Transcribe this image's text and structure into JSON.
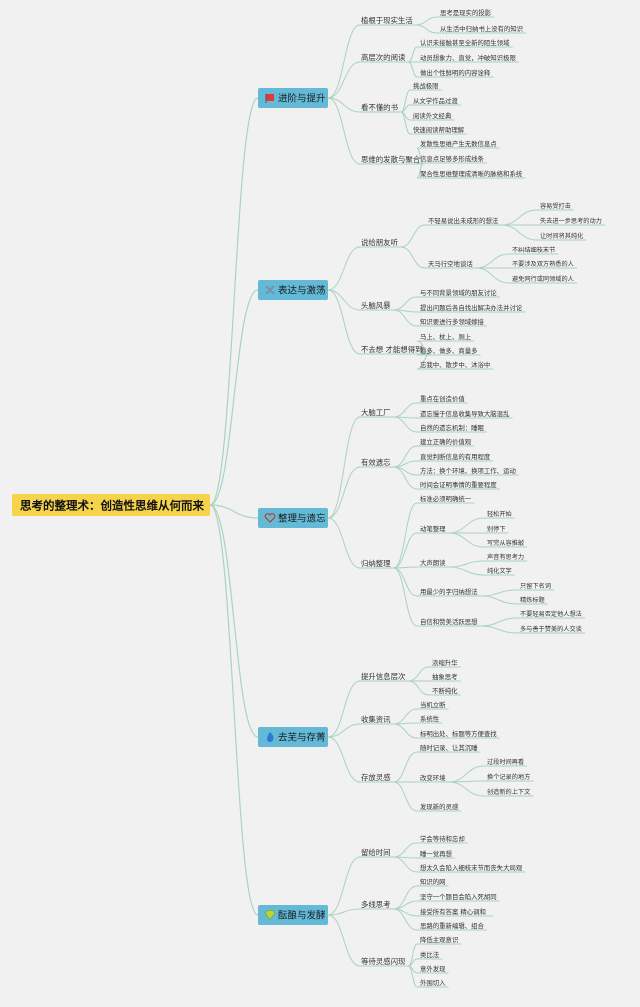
{
  "colors": {
    "background": "#f1f1f1",
    "root": "#f5d34a",
    "branch": "#63b9d6",
    "line": "#a9d4bd"
  },
  "root": "思考的整理术：创造性思维从何而来",
  "branches": [
    {
      "label": "进阶与提升",
      "icon": "red-flag-icon",
      "icon_color": "#e53935",
      "children": [
        {
          "label": "植根于现实生活",
          "children": [
            {
              "label": "思考是现实的投影"
            },
            {
              "label": "从生活中归纳书上没有的知识"
            }
          ]
        },
        {
          "label": "高层次的阅读",
          "children": [
            {
              "label": "认识未接触甚至全新的陌生领域"
            },
            {
              "label": "动员想象力、直觉，冲破知识极限"
            },
            {
              "label": "做出个性鲜明的内容诠释"
            }
          ]
        },
        {
          "label": "看不懂的书",
          "children": [
            {
              "label": "挑战极限"
            },
            {
              "label": "从文学作品过渡"
            },
            {
              "label": "阅读外文经典"
            },
            {
              "label": "快速阅读帮助理解"
            }
          ]
        },
        {
          "label": "思维的发散与聚合",
          "children": [
            {
              "label": "发散性思维产生无数信息点"
            },
            {
              "label": "信息点足够多形成线条"
            },
            {
              "label": "聚合性思维整理成清晰的脉络和系统"
            }
          ]
        }
      ]
    },
    {
      "label": "表达与激荡",
      "icon": "crossed-tools-icon",
      "icon_color": "#7a8fa6",
      "children": [
        {
          "label": "说给朋友听",
          "children": [
            {
              "label": "不轻易说出未成形的想法",
              "children": [
                {
                  "label": "容易受打击"
                },
                {
                  "label": "失去进一步思考的动力"
                },
                {
                  "label": "让时间将其纯化"
                }
              ]
            },
            {
              "label": "天马行空地谈话",
              "children": [
                {
                  "label": "不纠结细枝末节"
                },
                {
                  "label": "不要涉及双方熟悉的人"
                },
                {
                  "label": "避免同行或同领域的人"
                }
              ]
            }
          ]
        },
        {
          "label": "头脑风暴",
          "children": [
            {
              "label": "与不同背景领域的朋友讨论"
            },
            {
              "label": "提出问题后各自找出解决办法并讨论"
            },
            {
              "label": "知识要进行多领域嫁接"
            }
          ]
        },
        {
          "label": "不去想 才能想得到",
          "children": [
            {
              "label": "马上、枕上、厕上"
            },
            {
              "label": "看多、做多、商量多"
            },
            {
              "label": "忘我中、散步中、沐浴中"
            }
          ]
        }
      ]
    },
    {
      "label": "整理与遗忘",
      "icon": "heart-icon",
      "icon_color": "#c0392b",
      "children": [
        {
          "label": "大脑工厂",
          "children": [
            {
              "label": "重点在创造价值"
            },
            {
              "label": "遗忘慢于信息收集导致大脑混乱"
            },
            {
              "label": "自然的遗忘机制：睡眠"
            }
          ]
        },
        {
          "label": "有效遗忘",
          "children": [
            {
              "label": "建立正确的价值观"
            },
            {
              "label": "直觉判断信息的有用程度"
            },
            {
              "label": "方法：换个环境、换项工作、运动"
            },
            {
              "label": "时间会证明事情的重要程度"
            }
          ]
        },
        {
          "label": "归纳整理",
          "children": [
            {
              "label": "标准必须明确统一"
            },
            {
              "label": "动笔整理",
              "children": [
                {
                  "label": "轻松开始"
                },
                {
                  "label": "别停下"
                },
                {
                  "label": "写完从容推敲"
                }
              ]
            },
            {
              "label": "大声朗读",
              "children": [
                {
                  "label": "声音有思考力"
                },
                {
                  "label": "纯化文字"
                }
              ]
            },
            {
              "label": "用最少的字归纳想法",
              "children": [
                {
                  "label": "只留下名词"
                },
                {
                  "label": "精炼标题"
                }
              ]
            },
            {
              "label": "自信和赞美活跃思想",
              "children": [
                {
                  "label": "不要轻易否定他人想法"
                },
                {
                  "label": "多与善于赞美的人交谈"
                }
              ]
            }
          ]
        }
      ]
    },
    {
      "label": "去芜与存菁",
      "icon": "flame-icon",
      "icon_color": "#2e7bd6",
      "children": [
        {
          "label": "提升信息层次",
          "children": [
            {
              "label": "浓缩升华"
            },
            {
              "label": "抽象思考"
            },
            {
              "label": "不断纯化"
            }
          ]
        },
        {
          "label": "收集资讯",
          "children": [
            {
              "label": "当机立断"
            },
            {
              "label": "系统性"
            },
            {
              "label": "标明出处、标题等方便查找"
            }
          ]
        },
        {
          "label": "存放灵感",
          "children": [
            {
              "label": "随时记录、让其沉睡"
            },
            {
              "label": "改变环境",
              "children": [
                {
                  "label": "过段时间再看"
                },
                {
                  "label": "换个记录的地方"
                },
                {
                  "label": "创造新的上下文"
                }
              ]
            },
            {
              "label": "发现新的灵感"
            }
          ]
        }
      ]
    },
    {
      "label": "酝酿与发酵",
      "icon": "gem-icon",
      "icon_color": "#b7d63a",
      "children": [
        {
          "label": "留给时间",
          "children": [
            {
              "label": "学会等待和忘却"
            },
            {
              "label": "睡一觉再想"
            },
            {
              "label": "想太久会陷入细枝末节而丧失大局观"
            }
          ]
        },
        {
          "label": "多线思考",
          "children": [
            {
              "label": "知识的网"
            },
            {
              "label": "坚守一个题目会陷入死胡同"
            },
            {
              "label": "接受所有答案 精心调和"
            },
            {
              "label": "思路的重新编辑、组合"
            }
          ]
        },
        {
          "label": "等待灵感闪现",
          "children": [
            {
              "label": "降低主观意识"
            },
            {
              "label": "类比法"
            },
            {
              "label": "意外发现"
            },
            {
              "label": "外围切入"
            }
          ]
        }
      ]
    }
  ]
}
